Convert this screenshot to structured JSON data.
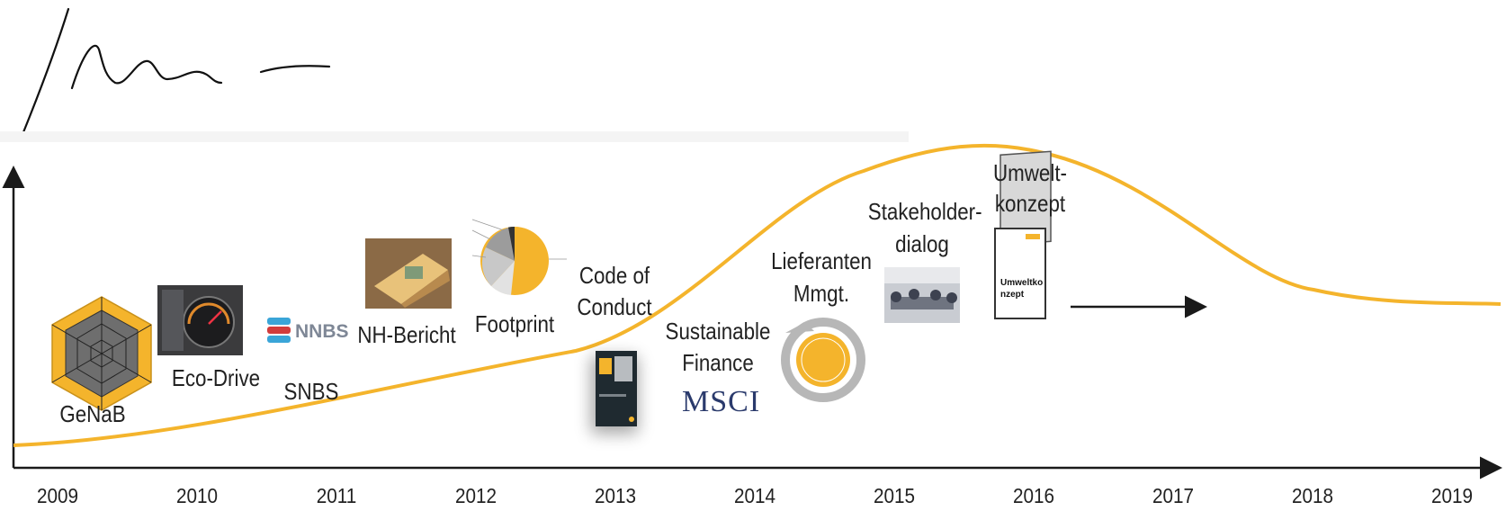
{
  "years": [
    "2009",
    "2010",
    "2011",
    "2012",
    "2013",
    "2014",
    "2015",
    "2016",
    "2017",
    "2018",
    "2019"
  ],
  "milestones": {
    "genab": "GeNaB",
    "eco_drive": "Eco-Drive",
    "snbs": "SNBS",
    "nh_bericht": "NH-Bericht",
    "footprint": "Footprint",
    "code_of_conduct_1": "Code of",
    "code_of_conduct_2": "Conduct",
    "sustainable_1": "Sustainable",
    "sustainable_2": "Finance",
    "lieferanten_1": "Lieferanten",
    "lieferanten_2": "Mmgt.",
    "stakeholder_1": "Stakeholder-",
    "stakeholder_2": "dialog",
    "umwelt_1": "Umwelt-",
    "umwelt_2": "konzept"
  },
  "logos": {
    "nnbs": "NNBS",
    "msci": "MSCI",
    "brochure_text_1": "Umweltko",
    "brochure_text_2": "nzept"
  },
  "colors": {
    "curve": "#f4b42c",
    "axis": "#1a1a1a",
    "accent": "#f4b42c"
  }
}
